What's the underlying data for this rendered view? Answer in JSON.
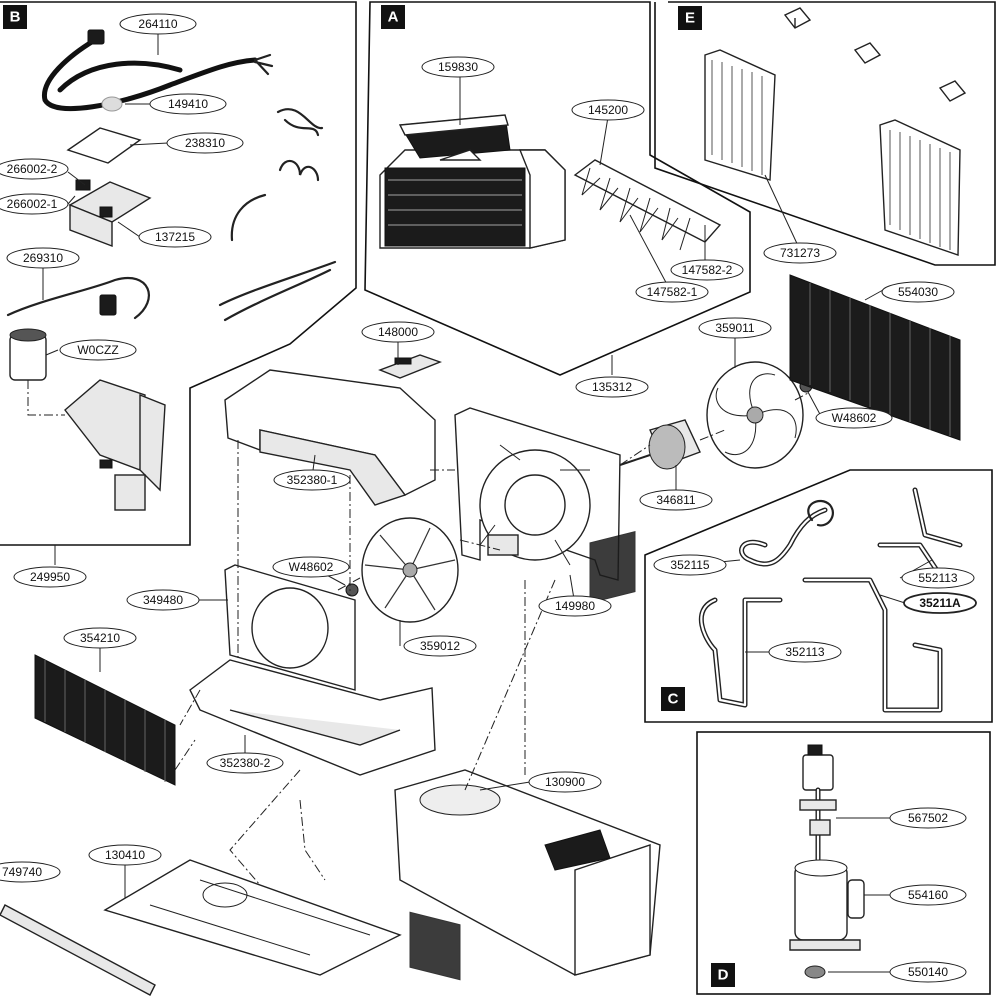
{
  "sections": [
    {
      "id": "sec-a",
      "label": "A"
    },
    {
      "id": "sec-b",
      "label": "B"
    },
    {
      "id": "sec-c",
      "label": "C"
    },
    {
      "id": "sec-d",
      "label": "D"
    },
    {
      "id": "sec-e",
      "label": "E"
    }
  ],
  "callouts": {
    "p264110": "264110",
    "p149410": "149410",
    "p238310": "238310",
    "p266002_2": "266002-2",
    "p266002_1": "266002-1",
    "p137215": "137215",
    "p269310": "269310",
    "pW0CZZ": "W0CZZ",
    "p249950": "249950",
    "p159830": "159830",
    "p145200": "145200",
    "p147582_2": "147582-2",
    "p147582_1": "147582-1",
    "p135312": "135312",
    "p148000": "148000",
    "p731273": "731273",
    "p554030": "554030",
    "p359011": "359011",
    "pW48602_r": "W48602",
    "p346811": "346811",
    "p352380_1": "352380-1",
    "p149980": "149980",
    "pW48602_l": "W48602",
    "p359012": "359012",
    "p349480": "349480",
    "p354210": "354210",
    "p352380_2": "352380-2",
    "p352115": "352115",
    "p552113": "552113",
    "p35211A": "35211A",
    "p352113": "352113",
    "p130900": "130900",
    "p130410": "130410",
    "p749740": "749740",
    "p567502": "567502",
    "p554160": "554160",
    "p550140": "550140"
  }
}
